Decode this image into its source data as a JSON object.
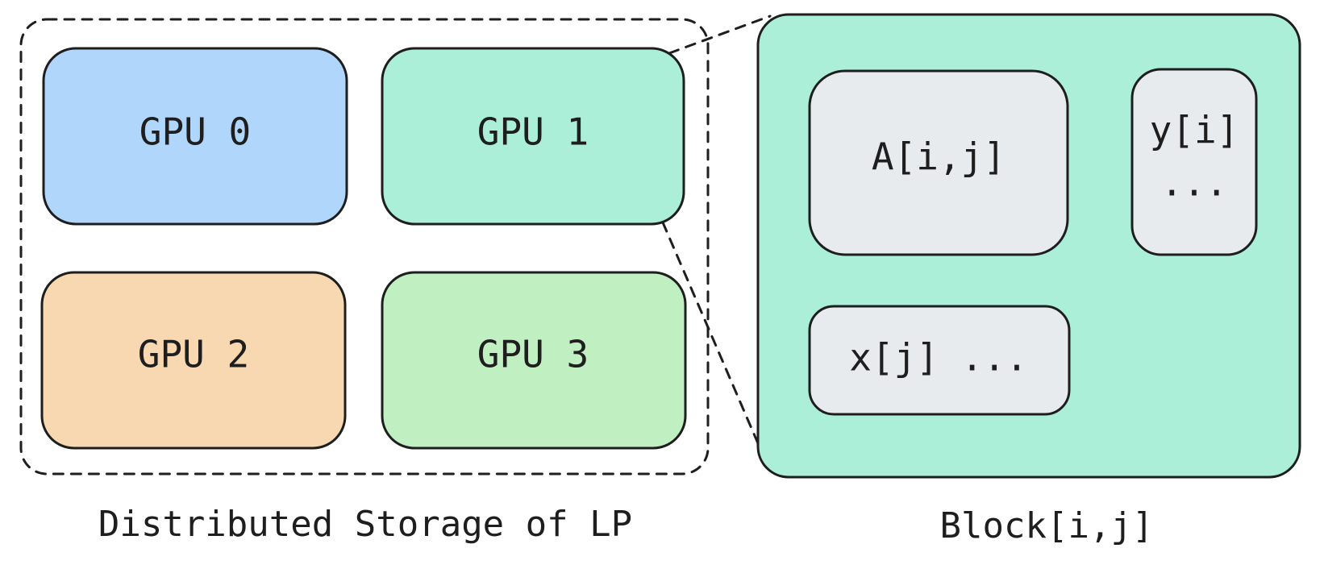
{
  "distributed_storage": {
    "caption": "Distributed Storage of LP",
    "gpus": [
      {
        "label": "GPU 0",
        "color": "#b1d6fb"
      },
      {
        "label": "GPU 1",
        "color": "#abefd9"
      },
      {
        "label": "GPU 2",
        "color": "#f8d8b0"
      },
      {
        "label": "GPU 3",
        "color": "#c0efc1"
      }
    ]
  },
  "block": {
    "caption": "Block[i,j]",
    "color": "#abefd9",
    "cells": {
      "a": "A[i,j]",
      "y": "y[i]",
      "y_more": "...",
      "x": "x[j] ...",
      "color": "#e8ebee"
    }
  }
}
